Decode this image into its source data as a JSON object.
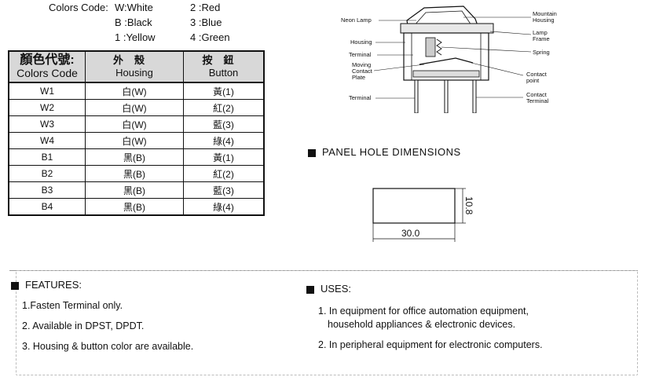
{
  "legend": {
    "title": "Colors Code:",
    "rows": [
      {
        "left": "W:White",
        "right": "2 :Red"
      },
      {
        "left": "B :Black",
        "right": "3 :Blue"
      },
      {
        "left": "1 :Yellow",
        "right": "4 :Green"
      }
    ]
  },
  "table": {
    "headers": [
      {
        "zh": "顏色代號:",
        "en": "Colors Code"
      },
      {
        "zh": "外殼",
        "en": "Housing"
      },
      {
        "zh": "按鈕",
        "en": "Button"
      }
    ],
    "rows": [
      [
        "W1",
        "白(W)",
        "黃(1)"
      ],
      [
        "W2",
        "白(W)",
        "紅(2)"
      ],
      [
        "W3",
        "白(W)",
        "藍(3)"
      ],
      [
        "W4",
        "白(W)",
        "綠(4)"
      ],
      [
        "B1",
        "黑(B)",
        "黃(1)"
      ],
      [
        "B2",
        "黑(B)",
        "紅(2)"
      ],
      [
        "B3",
        "黑(B)",
        "藍(3)"
      ],
      [
        "B4",
        "黑(B)",
        "綠(4)"
      ]
    ]
  },
  "diagram": {
    "labels_left": [
      "Neon Lamp",
      "Housing",
      "Terminal",
      "Moving",
      "Contact",
      "Plate",
      "Terminal"
    ],
    "labels_right": [
      "Mountain",
      "Housing",
      "Lamp",
      "Frame",
      "Spring",
      "Contact",
      "point",
      "Contact",
      "Terminal"
    ]
  },
  "panel": {
    "title": "PANEL HOLE DIMENSIONS",
    "width": "30.0",
    "height": "10.8"
  },
  "features": {
    "title": "FEATURES:",
    "items": [
      "1.Fasten Terminal only.",
      "2. Available in DPST, DPDT.",
      "3. Housing & button color are available."
    ]
  },
  "uses": {
    "title": "USES:",
    "items": [
      [
        "1. In equipment for office automation equipment,",
        "household appliances & electronic devices."
      ],
      [
        "2. In peripheral equipment for electronic computers."
      ]
    ]
  }
}
